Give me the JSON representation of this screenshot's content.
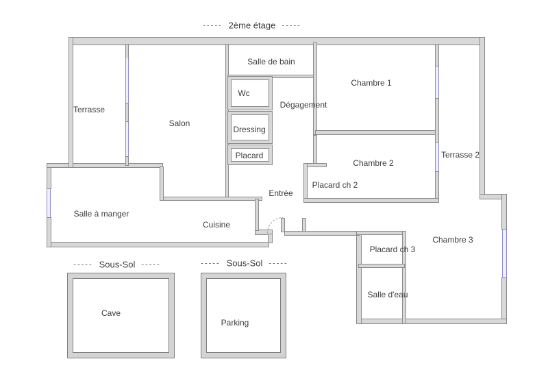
{
  "title": {
    "dash_left": "-----",
    "text": "2ème étage",
    "dash_right": "-----"
  },
  "rooms": {
    "terrasse": "Terrasse",
    "salon": "Salon",
    "salle_de_bain": "Salle de bain",
    "wc": "Wc",
    "dressing": "Dressing",
    "placard": "Placard",
    "degagement": "Dégagement",
    "chambre_1": "Chambre 1",
    "chambre_2": "Chambre 2",
    "terrasse_2": "Terrasse 2",
    "placard_ch_2": "Placard ch 2",
    "entree": "Entrée",
    "salle_a_manger": "Salle à manger",
    "cuisine": "Cuisine",
    "chambre_3": "Chambre 3",
    "placard_ch_3": "Placard ch 3",
    "salle_d_eau": "Salle d'eau"
  },
  "basement": {
    "left_heading": {
      "dash_left": "-----",
      "text": "Sous-Sol",
      "dash_right": "-----"
    },
    "right_heading": {
      "dash_left": "-----",
      "text": "Sous-Sol",
      "dash_right": "-----"
    },
    "cave_label": "Cave",
    "parking_label": "Parking"
  },
  "colors": {
    "wall_fill": "#d8d8d8",
    "wall_edge": "#8a8a8a",
    "window": "#8d8dc8",
    "text": "#3d3d3d"
  }
}
